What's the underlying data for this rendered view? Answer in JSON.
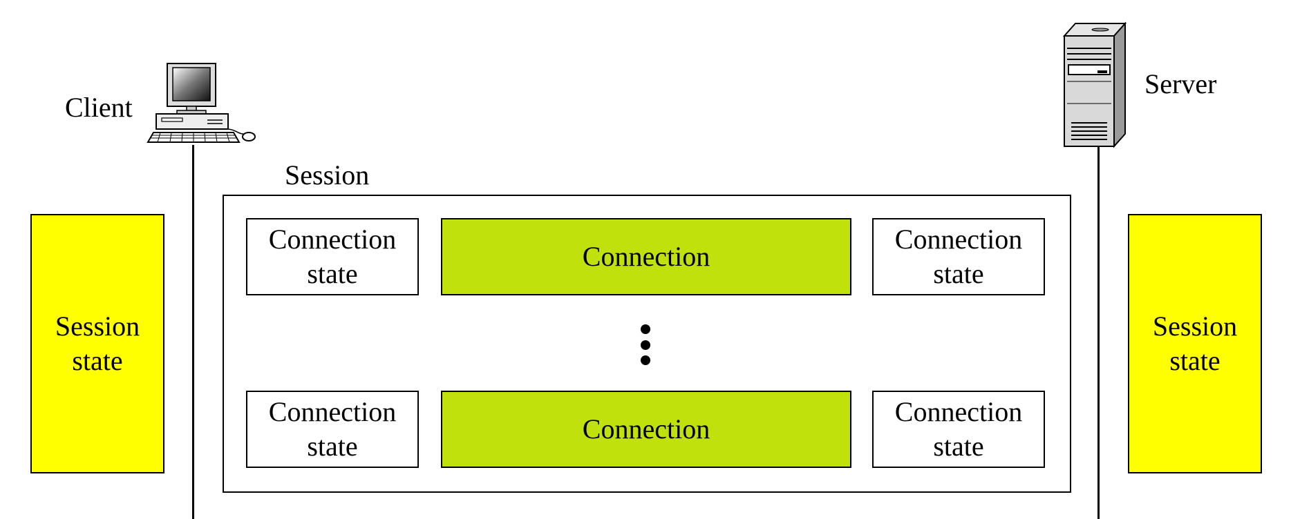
{
  "client": {
    "label": "Client",
    "icon": "desktop-computer-icon"
  },
  "server": {
    "label": "Server",
    "icon": "tower-server-icon"
  },
  "session": {
    "label": "Session",
    "rows": [
      {
        "left_state": [
          "Connection",
          "state"
        ],
        "connection": "Connection",
        "right_state": [
          "Connection",
          "state"
        ]
      },
      {
        "left_state": [
          "Connection",
          "state"
        ],
        "connection": "Connection",
        "right_state": [
          "Connection",
          "state"
        ]
      }
    ],
    "ellipsis": "vertical-ellipsis"
  },
  "session_state_left": [
    "Session",
    "state"
  ],
  "session_state_right": [
    "Session",
    "state"
  ],
  "colors": {
    "session_state": "#FFFF00",
    "connection": "#C0E10C",
    "line": "#000000"
  }
}
